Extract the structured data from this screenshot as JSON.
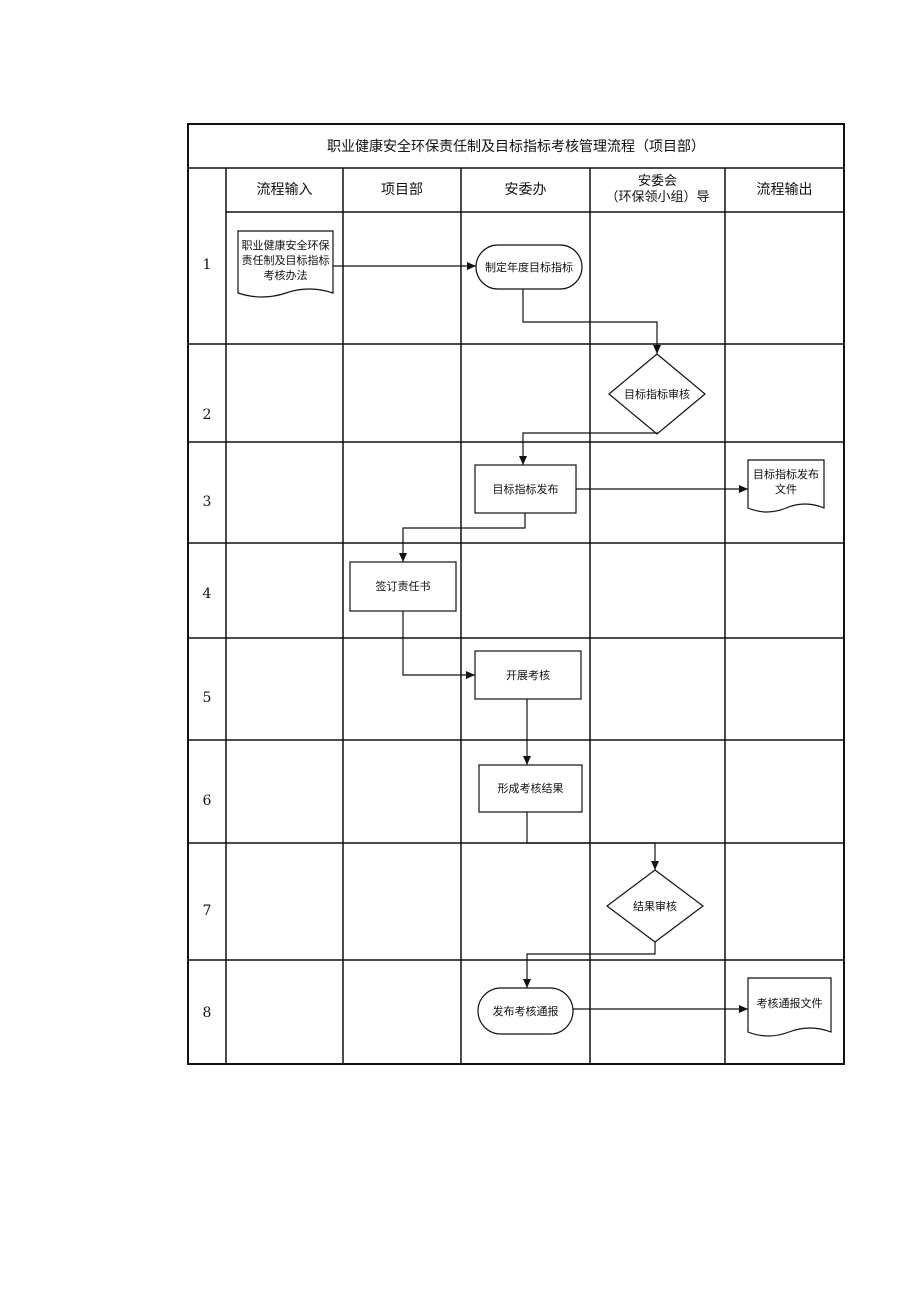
{
  "title": "职业健康安全环保责任制及目标指标考核管理流程（项目部）",
  "columns": [
    {
      "label": "流程输入"
    },
    {
      "label": "项目部"
    },
    {
      "label": "安委办"
    },
    {
      "label": "安委会\n（环保领小组）导"
    },
    {
      "label": "流程输出"
    }
  ],
  "rows": [
    "1",
    "2",
    "3",
    "4",
    "5",
    "6",
    "7",
    "8"
  ],
  "nodes": {
    "input_doc": "职业健康安全环保责任制及目标指标考核办法",
    "set_targets": "制定年度目标指标",
    "review_targets": "目标指标审核",
    "publish_targets": "目标指标发布",
    "publish_doc": "目标指标发布文件",
    "sign_responsibility": "签订责任书",
    "conduct_assessment": "开展考核",
    "form_results": "形成考核结果",
    "review_results": "结果审核",
    "publish_report": "发布考核通报",
    "report_doc": "考核通报文件"
  }
}
